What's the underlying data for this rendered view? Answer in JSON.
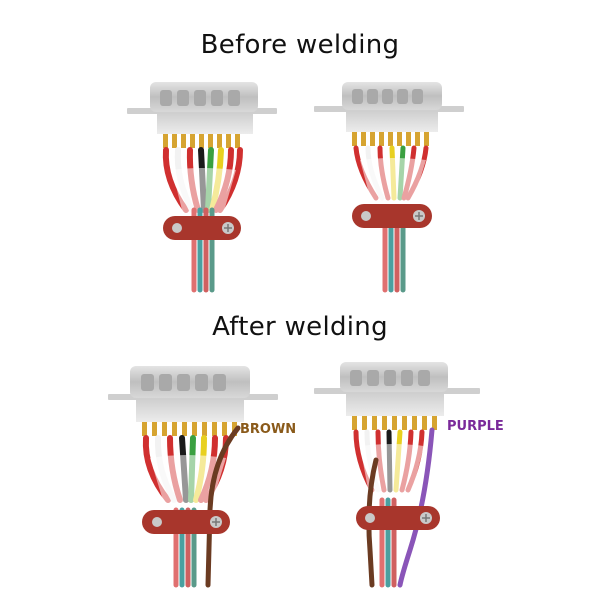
{
  "headings": {
    "before": "Before welding",
    "after": "After welding"
  },
  "labels": {
    "brown": "BROWN",
    "purple": "PURPLE"
  },
  "colors": {
    "brown_label": "#8a5a1a",
    "purple_label": "#7a2a9a",
    "brown_wire": "#6b3b22",
    "purple_wire": "#8a55b8",
    "clamp": "#a8362c",
    "shell": "#c9c9c9"
  }
}
